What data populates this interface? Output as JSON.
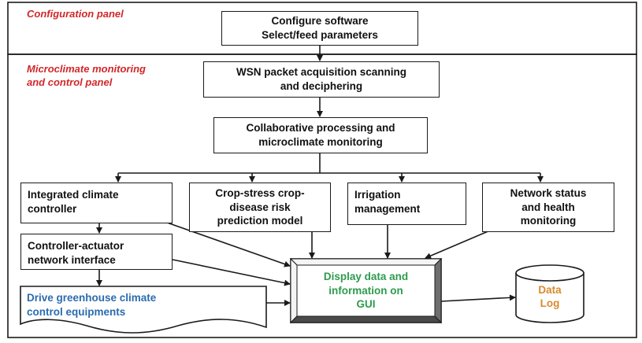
{
  "panels": {
    "configuration": "Configuration panel",
    "monitoring": "Microclimate monitoring\nand control panel"
  },
  "nodes": {
    "configure": "Configure software\nSelect/feed   parameters",
    "wsn": "WSN packet acquisition scanning\nand deciphering",
    "collab": "Collaborative processing and\nmicroclimate monitoring",
    "integrated": "Integrated climate\ncontroller",
    "crop": "Crop-stress crop-\ndisease risk\nprediction model",
    "irrigation": "Irrigation\nmanagement",
    "network": "Network status\nand health\nmonitoring",
    "actuator": "Controller-actuator\nnetwork interface",
    "drive": "Drive greenhouse climate\ncontrol equipments",
    "display": "Display data and\ninformation on\nGUI",
    "datalog": "Data\nLog"
  },
  "colors": {
    "panel_label": "#d1282a",
    "drive_text": "#2b6cb0",
    "display_text": "#2e9b4e",
    "datalog_text": "#d98a2b",
    "line": "#1a1a1a"
  }
}
